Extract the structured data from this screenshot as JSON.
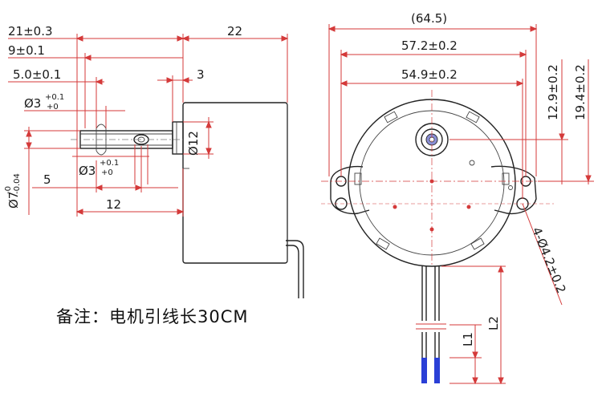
{
  "dimensions": {
    "side": {
      "overall_left": "21±0.3",
      "overall_right": "22",
      "shaft_9": "9±0.1",
      "shaft_5": "5.0±0.1",
      "hole_top_base": "Ø3",
      "hole_top_sup": "+0.1",
      "hole_top_sub": "+0",
      "flange_3": "3",
      "hub_dia": "Ø12",
      "shaft_dia_base": "Ø7",
      "shaft_dia_sup": "-0",
      "shaft_dia_sub": "-0.04",
      "hole_bottom_base": "Ø3",
      "hole_bottom_sup": "+0.1",
      "hole_bottom_sub": "+0",
      "dim_5": "5",
      "dim_12": "12"
    },
    "front": {
      "overall_width": "(64.5)",
      "hole_pitch_outer": "57.2±0.2",
      "hole_pitch_inner": "54.9±0.2",
      "offset_small": "12.9±0.2",
      "offset_large": "19.4±0.2",
      "mount_holes": "4-Ø4.2±0.2",
      "lead_l1": "L1",
      "lead_l2": "L2"
    }
  },
  "note": "备注：电机引线长30CM",
  "colors": {
    "dimension": "#d43a3a",
    "outline": "#222222",
    "lead_tip": "#2a3fd6"
  }
}
